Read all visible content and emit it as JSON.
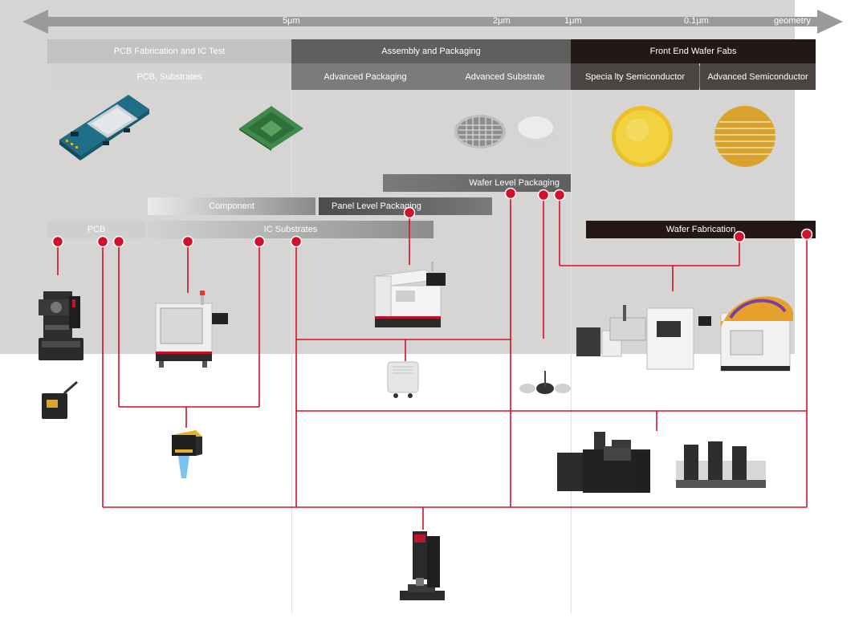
{
  "axis": {
    "ticks": [
      {
        "label": "5μm"
      },
      {
        "label": "2μm"
      },
      {
        "label": "1μm"
      },
      {
        "label": "0.1μm"
      }
    ],
    "end_label": "geometry"
  },
  "headers": {
    "pcb_fab": "PCB Fabrication and IC Test",
    "assembly": "Assembly and Packaging",
    "front_end": "Front End Wafer Fabs",
    "pcb_substrates": "PCB, Substrates",
    "adv_packaging": "Advanced Packaging",
    "adv_substrate": "Advanced Substrate",
    "specialty": "Specia lty Semiconductor",
    "adv_semi": "Advanced Semiconductor"
  },
  "process_bars": {
    "wafer_level_packaging": "Wafer Level Packaging",
    "component": "Component",
    "panel_level_packaging": "Panel Level Packaging",
    "pcb": "PCB",
    "ic_substrates": "IC Substrates",
    "wafer_fabrication": "Wafer Fabrication"
  },
  "colors": {
    "accent": "#d0112b",
    "dark_header": "#231815",
    "mid_header": "#5f5f5f",
    "light_header": "#bdbdbd",
    "panel": "#d6d5d3"
  }
}
